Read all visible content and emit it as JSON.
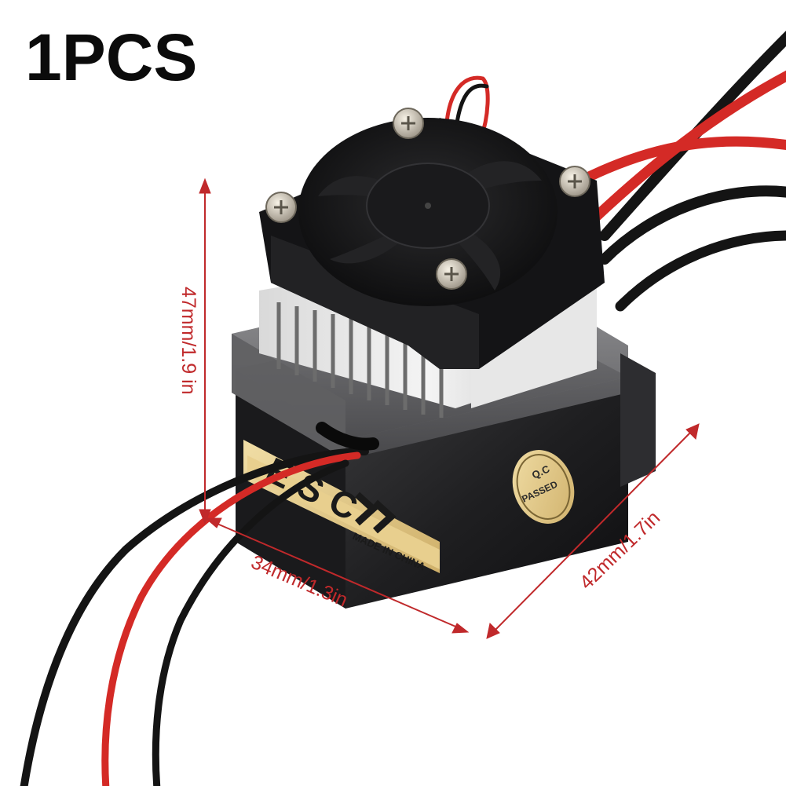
{
  "quantity_label": "1PCS",
  "dimensions": {
    "height": "47mm/1.9 in",
    "width": "34mm/1.3in",
    "depth": "42mm/1.7in"
  },
  "product_label": {
    "text": "ESC",
    "made_in": "MADE IN CHINA"
  },
  "qc_seal": {
    "top": "Q.C",
    "bottom": "PASSED"
  },
  "colors": {
    "dimension_line": "#c0292b",
    "wire_red": "#d42a26",
    "wire_black": "#141414",
    "label_gold": "#e8cf8e",
    "body": "#1d1d1f"
  }
}
